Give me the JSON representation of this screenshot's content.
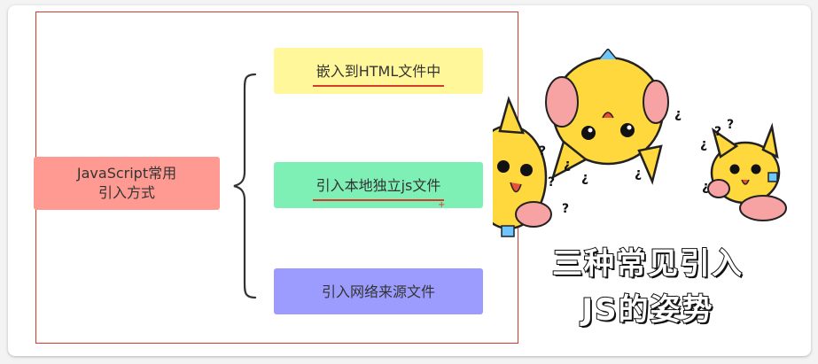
{
  "root": {
    "line1": "JavaScript常用",
    "line2": "引入方式"
  },
  "branches": [
    {
      "label": "嵌入到HTML文件中",
      "color": "#fff79a",
      "underlined": true
    },
    {
      "label": "引入本地独立js文件",
      "color": "#7ff0b5",
      "underlined": true
    },
    {
      "label": "引入网络来源文件",
      "color": "#9c9cff",
      "underlined": false
    }
  ],
  "colors": {
    "root": "#ff9a92",
    "frame": "#d63a2a",
    "cat": "#ffd83d",
    "cheek": "#f7a3a3"
  },
  "art": {
    "title_line1": "三种常见引入",
    "title_line2": "JS的姿势",
    "icon": "cartoon-cats-illustration"
  }
}
